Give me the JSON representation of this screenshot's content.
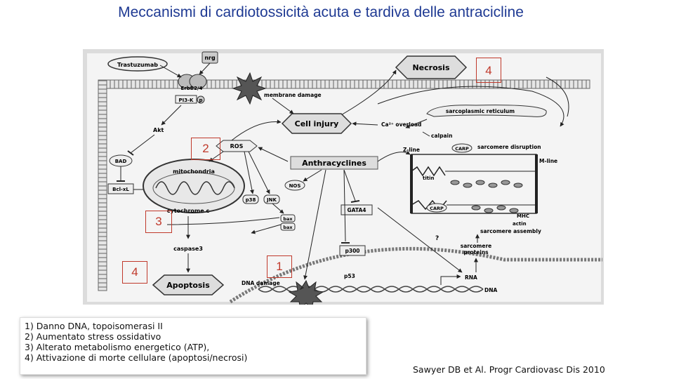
{
  "title": "Meccanismi di cardiotossicità acuta e tardiva delle antracicline",
  "diagram": {
    "labels": {
      "trastuzumab": "Trastuzumab",
      "nrg": "nrg",
      "erbb": "ErbB2/4",
      "pi3k": "PI3-K",
      "p": "p",
      "akt": "Akt",
      "bad": "BAD",
      "bclxl": "Bcl-xL",
      "mitochondria": "mitochondria",
      "cytochrome": "cytochrome c",
      "caspase3": "caspase3",
      "apoptosis": "Apoptosis",
      "necrosis": "Necrosis",
      "membrane_damage": "membrane damage",
      "cell_injury": "Cell injury",
      "ca_overload": "Ca²⁺ overload",
      "ros": "ROS",
      "anthracyclines": "Anthracyclines",
      "nos": "NOS",
      "p38": "p38",
      "jnk": "JNK",
      "bax1": "bax",
      "bax2": "bax",
      "gata4": "GATA4",
      "p300": "p300",
      "p53": "p53",
      "dna_damage": "DNA damage",
      "dna": "DNA",
      "rna": "RNA",
      "sarcomere_proteins1": "sarcomere",
      "sarcomere_proteins2": "proteins",
      "sarcomere_assembly": "sarcomere assembly",
      "sarcoplasmic_reticulum": "sarcoplasmic reticulum",
      "calpain": "calpain",
      "zline": "Z-line",
      "carp1": "CARP",
      "carp2": "CARP",
      "sarcomere_disruption": "sarcomere disruption",
      "mline": "M-line",
      "titin": "titin",
      "mhc": "MHC",
      "actin": "actin",
      "question": "?"
    }
  },
  "markers": {
    "m4_top": "4",
    "m2": "2",
    "m3": "3",
    "m4_bottom": "4",
    "m1": "1"
  },
  "legend": {
    "line1": "1) Danno DNA, topoisomerasi II",
    "line2": "2) Aumentato stress ossidativo",
    "line3": "3) Alterato metabolismo energetico (ATP),",
    "line4": "4) Attivazione di morte cellulare (apoptosi/necrosi)"
  },
  "citation": "Sawyer DB et Al. Progr Cardiovasc Dis 2010",
  "colors": {
    "title": "#1f3a93",
    "marker": "#c0392b",
    "figure_bg": "#d8d8d8"
  }
}
